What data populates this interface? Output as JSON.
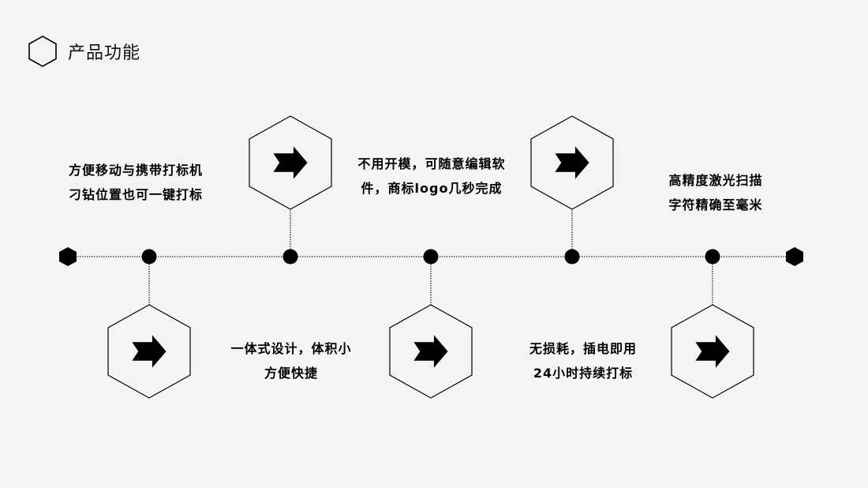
{
  "header": {
    "title": "产品功能",
    "icon": "hexagon-outline-icon"
  },
  "colors": {
    "background": "#f4f4f4",
    "line": "#000000",
    "hexagon_fill": "#ffffff",
    "arrow": "#000000"
  },
  "features": [
    {
      "line1": "方便移动与携带打标机",
      "line2": "刁钻位置也可一键打标",
      "icon": "arrow-right-icon"
    },
    {
      "line1": "不用开模，可随意编辑软",
      "line2": "件，商标logo几秒完成",
      "icon": "arrow-right-icon"
    },
    {
      "line1": "高精度激光扫描",
      "line2": "字符精确至毫米",
      "icon": "arrow-right-icon"
    },
    {
      "line1": "一体式设计，体积小",
      "line2": "方便快捷",
      "icon": "arrow-right-icon"
    },
    {
      "line1": "无损耗，插电即用",
      "line2": "24小时持续打标",
      "icon": "arrow-right-icon"
    }
  ]
}
